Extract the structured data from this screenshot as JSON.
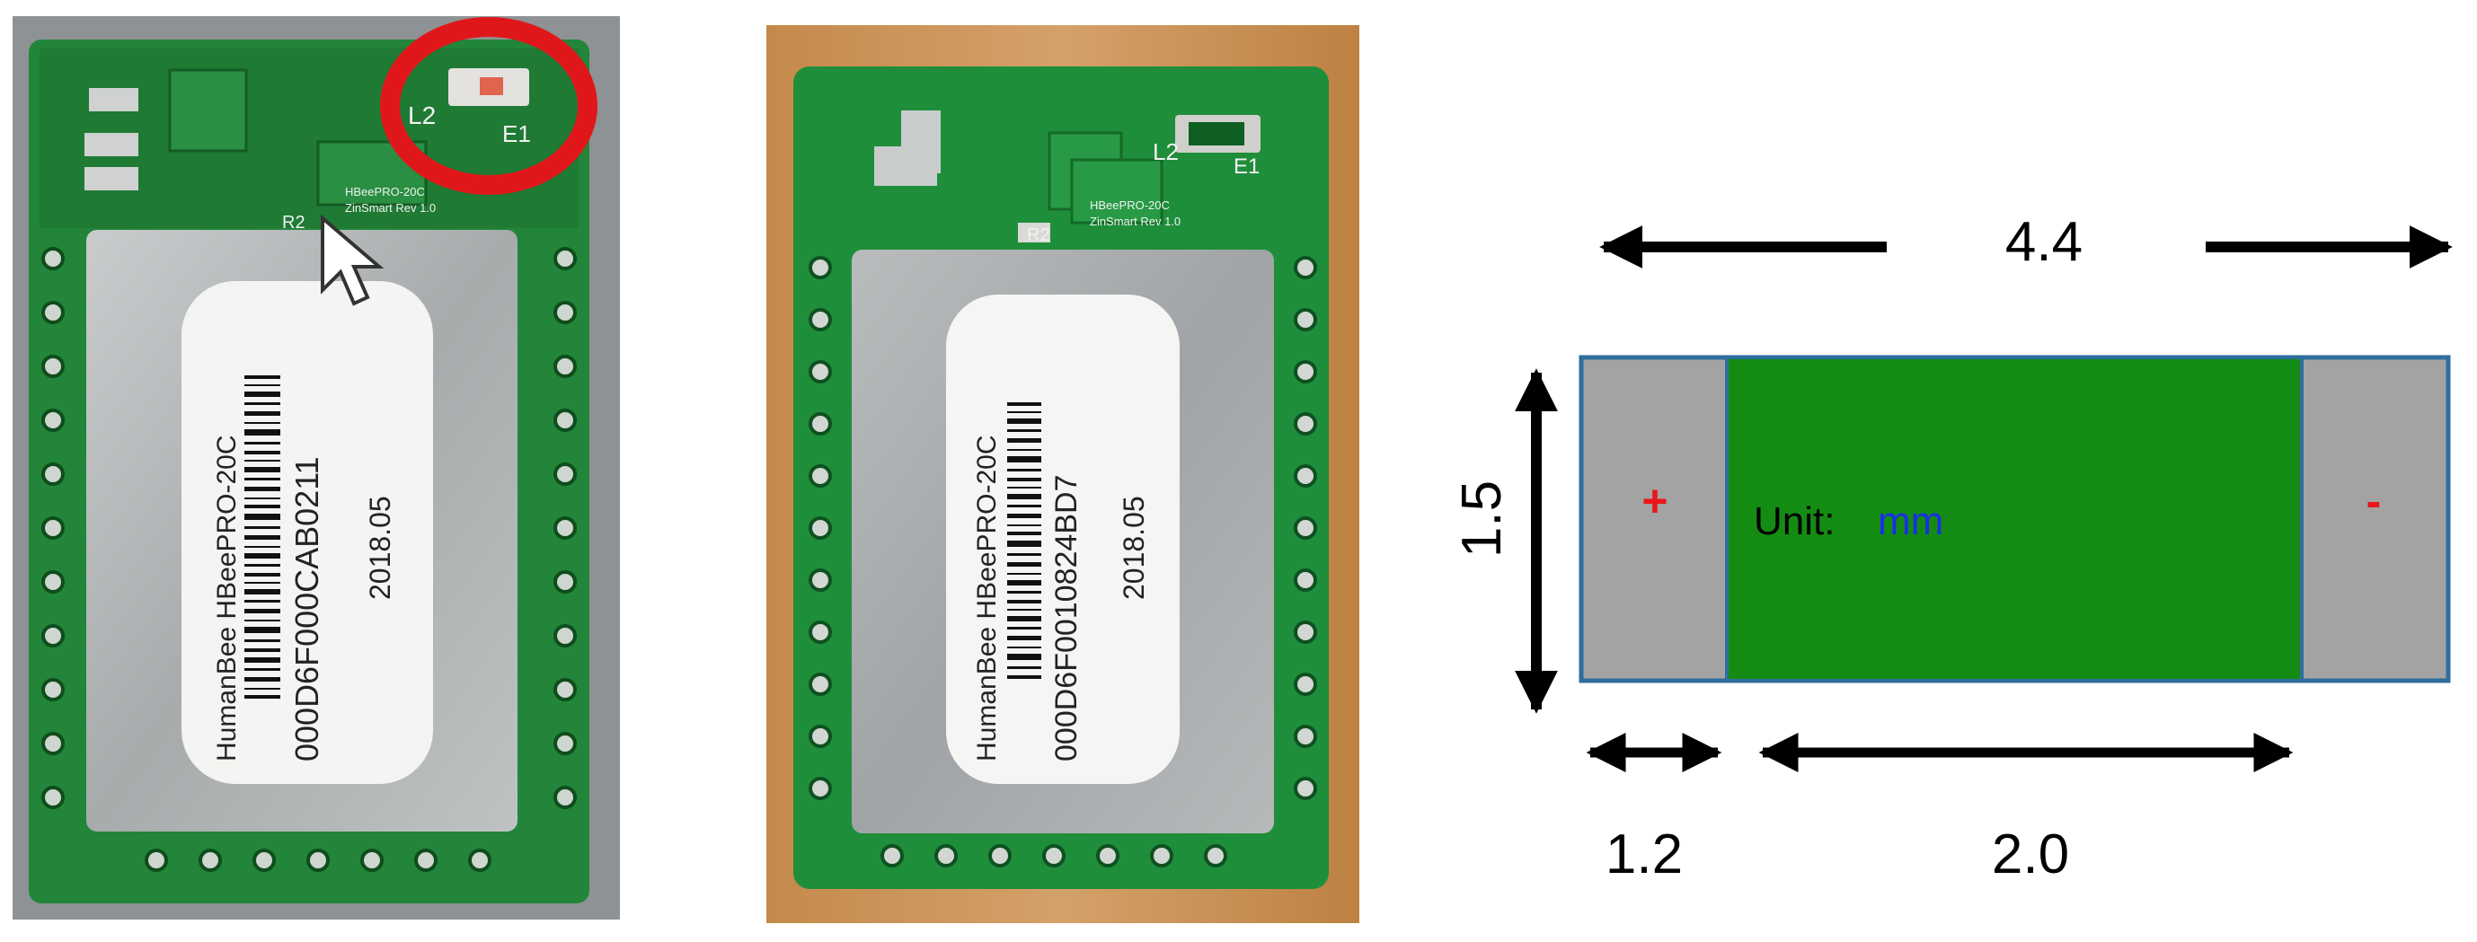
{
  "photos": [
    {
      "id": "left",
      "label_line1": "HumanBee HBeePRO-20C",
      "label_line2": "000D6F000CAB0211",
      "label_line3": "2018.05",
      "silk_l2": "L2",
      "silk_e1": "E1",
      "silk_r": "R2",
      "silk_board": "HBeePRO-20C",
      "silk_rev": "ZinSmart Rev 1.0",
      "highlight_color": "#e0171a"
    },
    {
      "id": "middle",
      "label_line1": "HumanBee HBeePRO-20C",
      "label_line2": "000D6F0010824BD7",
      "label_line3": "2018.05",
      "silk_l2": "L2",
      "silk_e1": "E1",
      "silk_r": "R2",
      "silk_board": "HBeePRO-20C",
      "silk_rev": "ZinSmart Rev 1.0"
    }
  ],
  "diagram": {
    "width_value": "4.4",
    "height_value": "1.5",
    "pad_value": "1.2",
    "body_value": "2.0",
    "plus_sign": "+",
    "minus_sign": "-",
    "unit_label": "Unit:",
    "unit_value": "mm",
    "colors": {
      "body": "#148c14",
      "pad": "#a3a3a3",
      "outline": "#2f6e9e",
      "plus": "#e8161b",
      "minus": "#e8161b",
      "unit_value": "#1a2ee8",
      "arrows": "#000000"
    }
  }
}
